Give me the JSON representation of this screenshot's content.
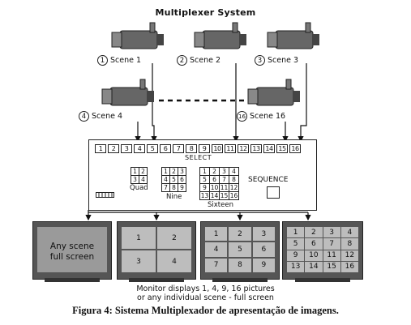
{
  "title": "Multiplexer System",
  "cameras": [
    {
      "num": "1",
      "label": "Scene 1"
    },
    {
      "num": "2",
      "label": "Scene 2"
    },
    {
      "num": "3",
      "label": "Scene 3"
    },
    {
      "num": "4",
      "label": "Scene 4"
    },
    {
      "num": "16",
      "label": "Scene 16"
    }
  ],
  "select_buttons": [
    "1",
    "2",
    "3",
    "4",
    "5",
    "6",
    "7",
    "8",
    "9",
    "10",
    "11",
    "12",
    "13",
    "14",
    "15",
    "16"
  ],
  "select_label": "SELECT",
  "layouts": {
    "quad": {
      "label": "Quad",
      "cells": [
        "1",
        "2",
        "3",
        "4"
      ]
    },
    "nine": {
      "label": "Nine",
      "cells": [
        "1",
        "2",
        "3",
        "4",
        "5",
        "6",
        "7",
        "8",
        "9"
      ]
    },
    "sixteen": {
      "label": "Sixteen",
      "cells": [
        "1",
        "2",
        "3",
        "4",
        "5",
        "6",
        "7",
        "8",
        "9",
        "10",
        "11",
        "12",
        "13",
        "14",
        "15",
        "16"
      ]
    },
    "sequence_label": "SEQUENCE"
  },
  "monitors": {
    "full_line1": "Any scene",
    "full_line2": "full screen",
    "quad": [
      "1",
      "2",
      "3",
      "4"
    ],
    "nine": [
      "1",
      "2",
      "3",
      "4",
      "5",
      "6",
      "7",
      "8",
      "9"
    ],
    "sixteen": [
      "1",
      "2",
      "3",
      "4",
      "5",
      "6",
      "7",
      "8",
      "9",
      "10",
      "11",
      "12",
      "13",
      "14",
      "15",
      "16"
    ]
  },
  "monitor_caption_line1": "Monitor displays 1, 4, 9, 16 pictures",
  "monitor_caption_line2": "or any individual scene - full screen",
  "figure_caption": "Figura 4: Sistema Multiplexador de apresentação de imagens."
}
